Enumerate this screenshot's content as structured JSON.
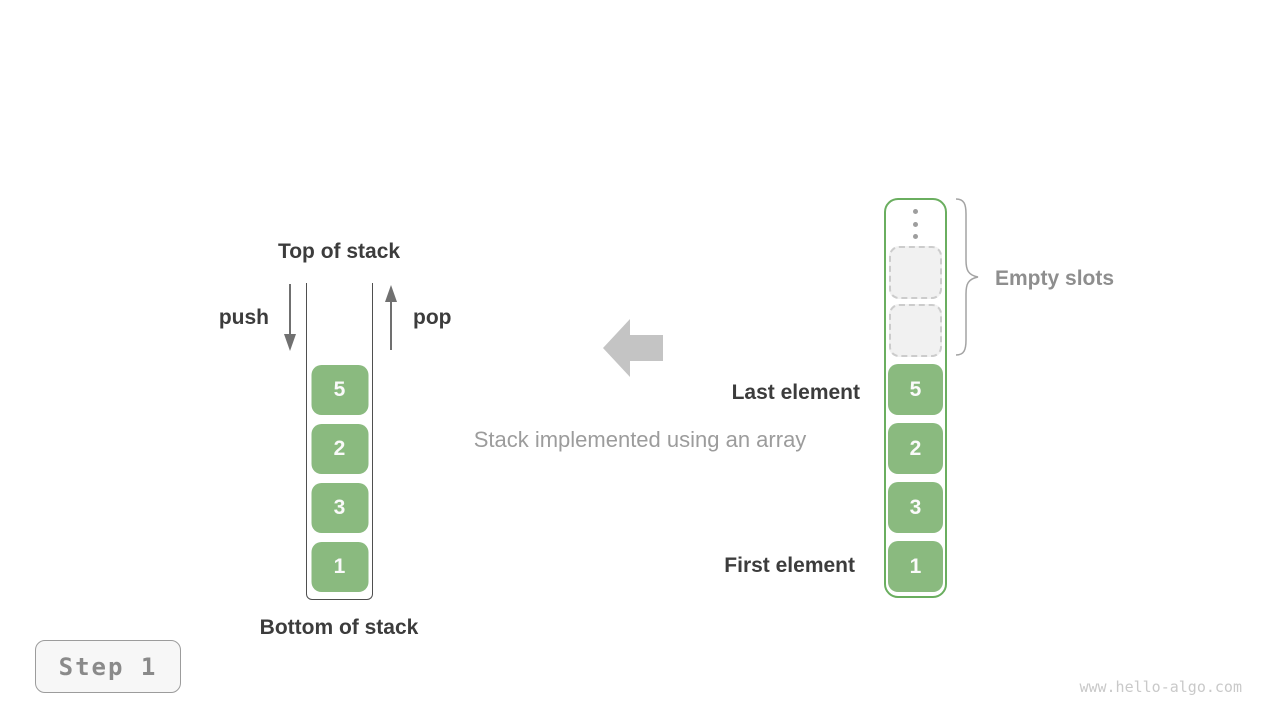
{
  "palette": {
    "cell_green": "#8aba7f",
    "cell_text": "#fafafa",
    "array_border_green": "#6aae5f",
    "empty_slot_fill": "#f1f1f1",
    "empty_slot_border": "#cccccc",
    "frame_stroke": "#4f4f4f",
    "label_dark": "#3c3c3c",
    "label_gray": "#8e8e8e",
    "caption_gray": "#9c9c9c",
    "small_arrow_gray": "#707070",
    "big_arrow_gray": "#c4c4c4",
    "brace_gray": "#a3a3a3",
    "dots_gray": "#9e9e9e",
    "step_border": "#9c9c9c",
    "step_bg": "#f7f7f7",
    "step_text": "#8a8a8a",
    "watermark_gray": "#c9c9c9"
  },
  "stack_diagram": {
    "top_label": "Top of stack",
    "bottom_label": "Bottom of stack",
    "push_label": "push",
    "pop_label": "pop",
    "cells": [
      "5",
      "2",
      "3",
      "1"
    ]
  },
  "caption": "Stack implemented using an array",
  "array_diagram": {
    "ellipsis_icon": "vertical-dots-icon",
    "empty_slots": [
      "",
      ""
    ],
    "empty_slots_label": "Empty slots",
    "last_element_label": "Last element",
    "first_element_label": "First element",
    "cells": [
      "5",
      "2",
      "3",
      "1"
    ]
  },
  "step_badge_label": "Step 1",
  "watermark": "www.hello-algo.com"
}
